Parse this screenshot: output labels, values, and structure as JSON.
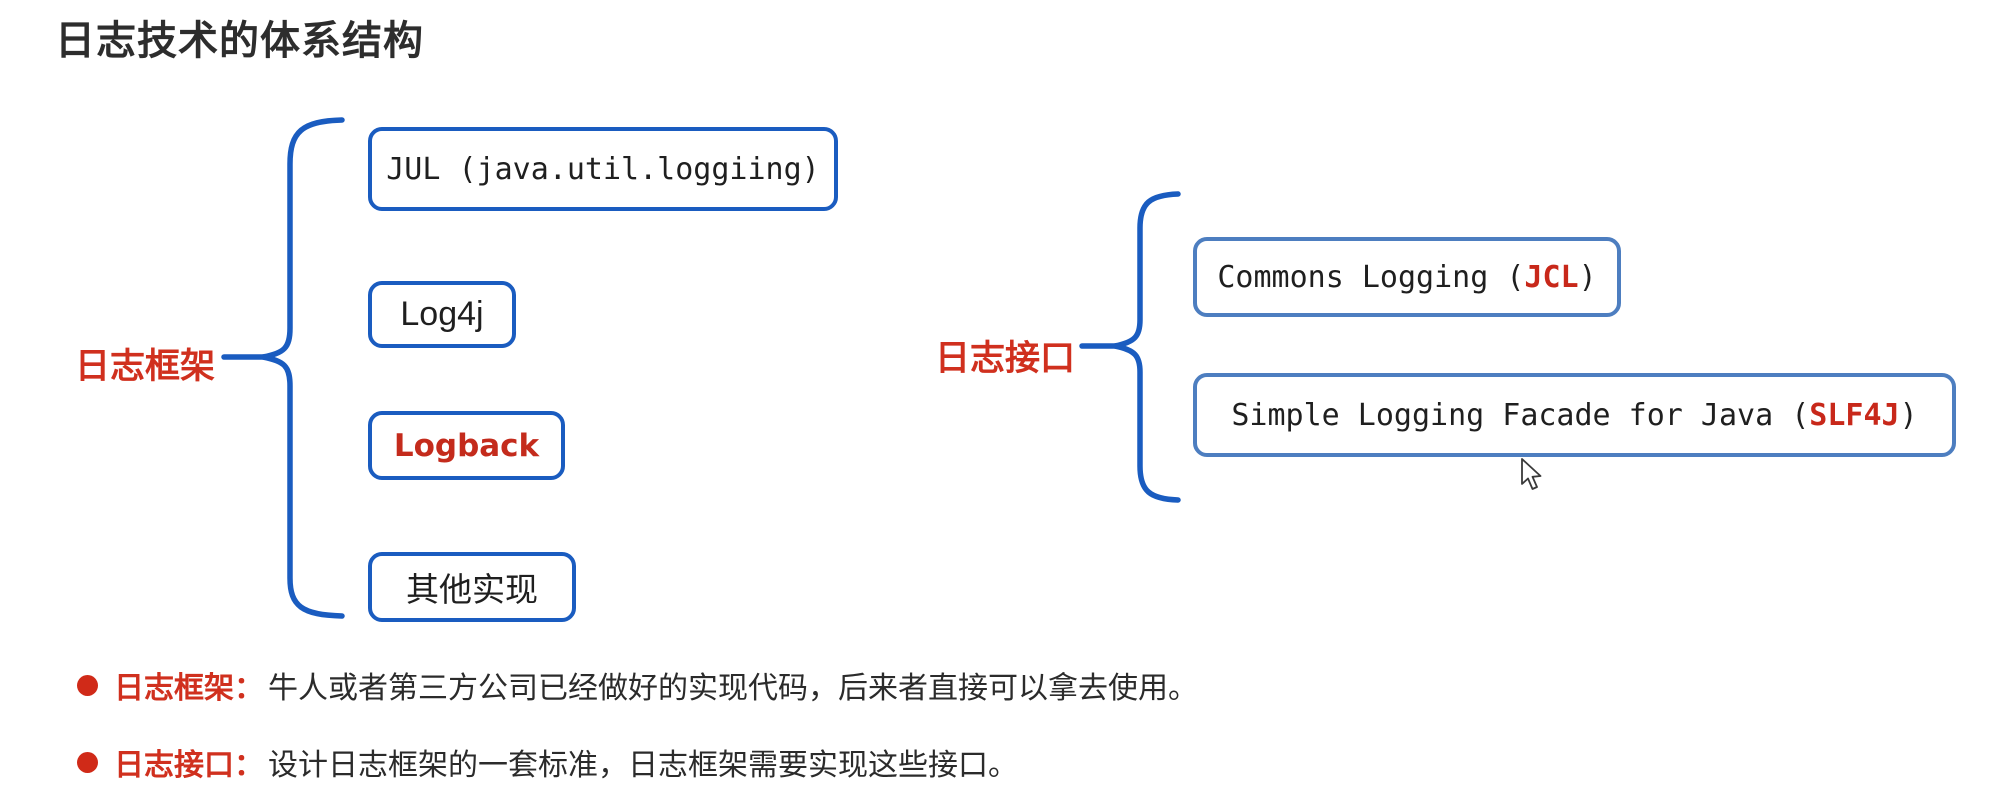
{
  "title": "日志技术的体系结构",
  "colors": {
    "box_border_blue": "#1a5cc0",
    "box_border_steel": "#4d7ec0",
    "label_red": "#d0301e",
    "code_red": "#c8281a",
    "text_dark": "#2b2b2b"
  },
  "left_group": {
    "label": "日志框架",
    "boxes": {
      "jul": "JUL (java.util.loggiing)",
      "log4j": "Log4j",
      "logback": "Logback",
      "other": "其他实现"
    }
  },
  "right_group": {
    "label": "日志接口",
    "boxes": {
      "jcl": {
        "prefix": "Commons Logging (",
        "highlight": "JCL",
        "suffix": ")"
      },
      "slf4j": {
        "prefix": "Simple Logging Facade for Java (",
        "highlight": "SLF4J",
        "suffix": ")"
      }
    }
  },
  "notes": [
    {
      "label": "日志框架：",
      "text": "牛人或者第三方公司已经做好的实现代码，后来者直接可以拿去使用。"
    },
    {
      "label": "日志接口：",
      "text": "设计日志框架的一套标准，日志框架需要实现这些接口。"
    }
  ],
  "cursor": "arrow-pointer"
}
